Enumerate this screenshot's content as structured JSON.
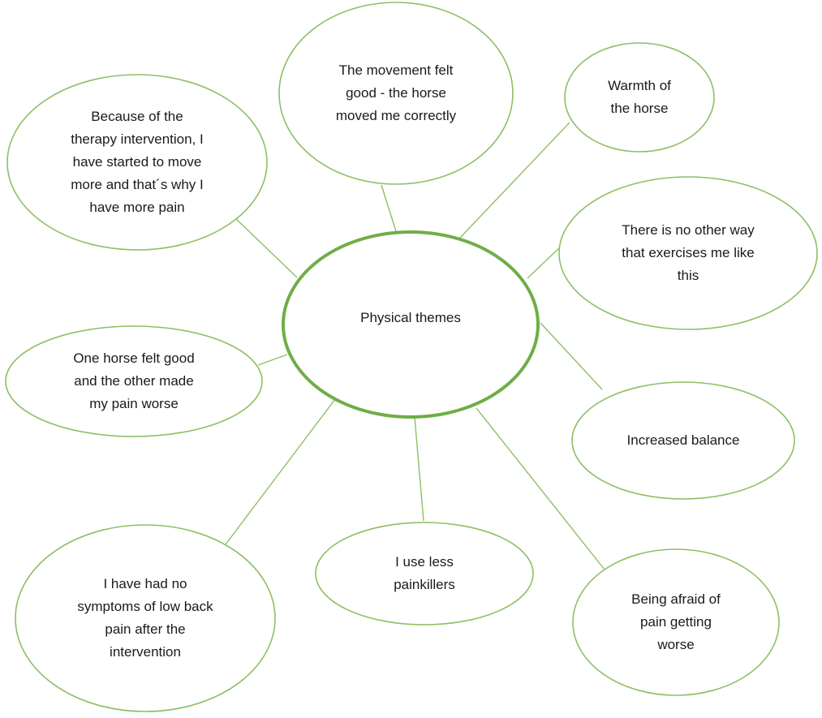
{
  "diagram": {
    "center": {
      "label": "Physical themes"
    },
    "themes": [
      {
        "id": "movement-felt-good",
        "label": "The movement felt\ngood - the horse\nmoved me correctly"
      },
      {
        "id": "warmth-of-horse",
        "label": "Warmth of\nthe horse"
      },
      {
        "id": "no-other-way",
        "label": "There is no other way\nthat exercises me like\nthis"
      },
      {
        "id": "increased-balance",
        "label": "Increased balance"
      },
      {
        "id": "afraid-of-pain",
        "label": "Being afraid of\npain getting\nworse"
      },
      {
        "id": "less-painkillers",
        "label": "I use less\npainkillers"
      },
      {
        "id": "no-low-back-pain",
        "label": "I have had no\nsymptoms of low back\npain after the\nintervention"
      },
      {
        "id": "one-horse-good",
        "label": "One horse felt good\nand the other made\nmy pain worse"
      },
      {
        "id": "move-more-pain",
        "label": "Because of the\ntherapy intervention, I\nhave started to move\nmore and that´s why I\nhave more pain"
      }
    ],
    "colors": {
      "bubble_stroke": "#8dbf63",
      "center_stroke": "#70ad47",
      "text": "#1a1a1a"
    }
  }
}
